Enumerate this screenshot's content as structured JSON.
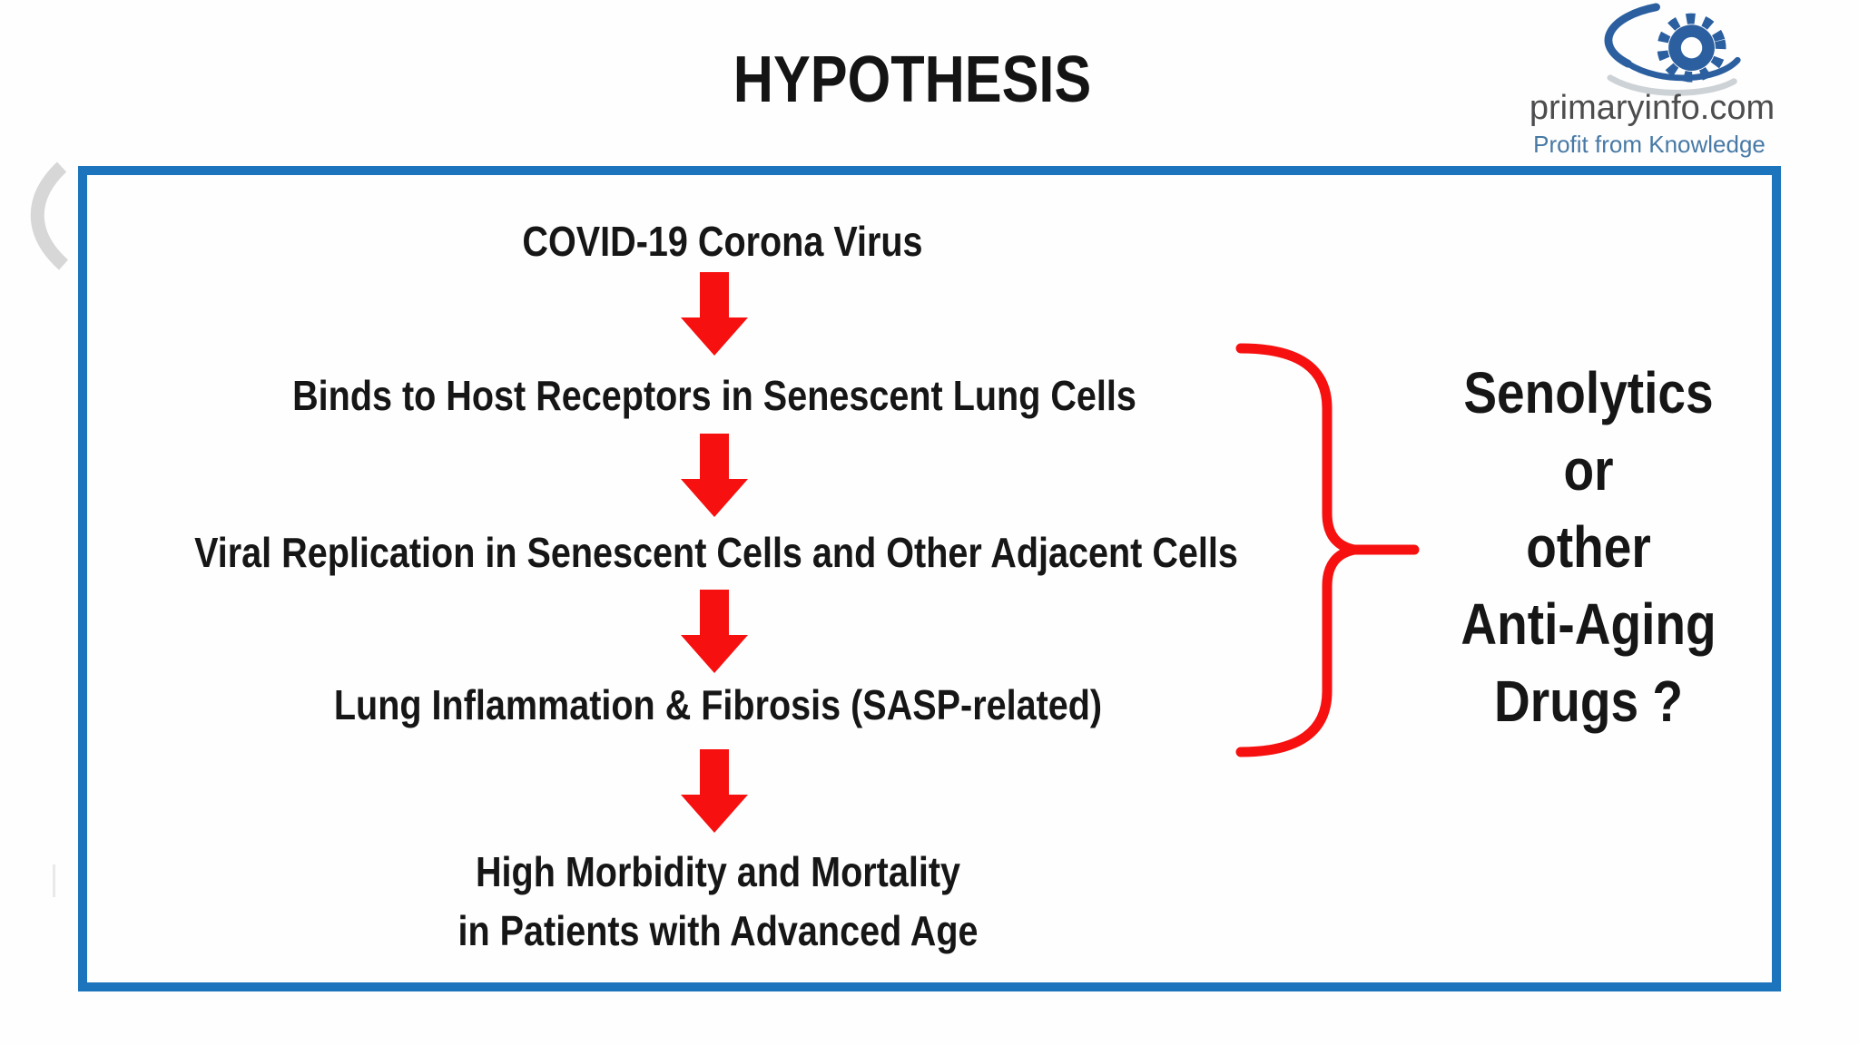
{
  "slide": {
    "title": "HYPOTHESIS",
    "logo": {
      "name": "primaryinfo.com",
      "tagline": "Profit from Knowledge"
    },
    "flow": {
      "steps": [
        {
          "text": "COVID-19 Corona Virus"
        },
        {
          "text": "Binds to Host Receptors in Senescent Lung Cells"
        },
        {
          "text": "Viral Replication in Senescent Cells and Other Adjacent Cells"
        },
        {
          "text": "Lung Inflammation & Fibrosis (SASP-related)"
        },
        {
          "text": "High Morbidity and Mortality\nin Patients with Advanced Age"
        }
      ]
    },
    "annotation": {
      "lines": [
        "Senolytics",
        "or",
        "other",
        "Anti-Aging",
        "Drugs ?"
      ]
    },
    "colors": {
      "accent_red": "#f6100f",
      "box_border": "#1b74bc",
      "text_black": "#1a1a1a",
      "logo_navy": "#2b5f9f",
      "logo_gray_text": "#4d4d4f",
      "logo_tagline_blue": "#4779a5"
    }
  }
}
